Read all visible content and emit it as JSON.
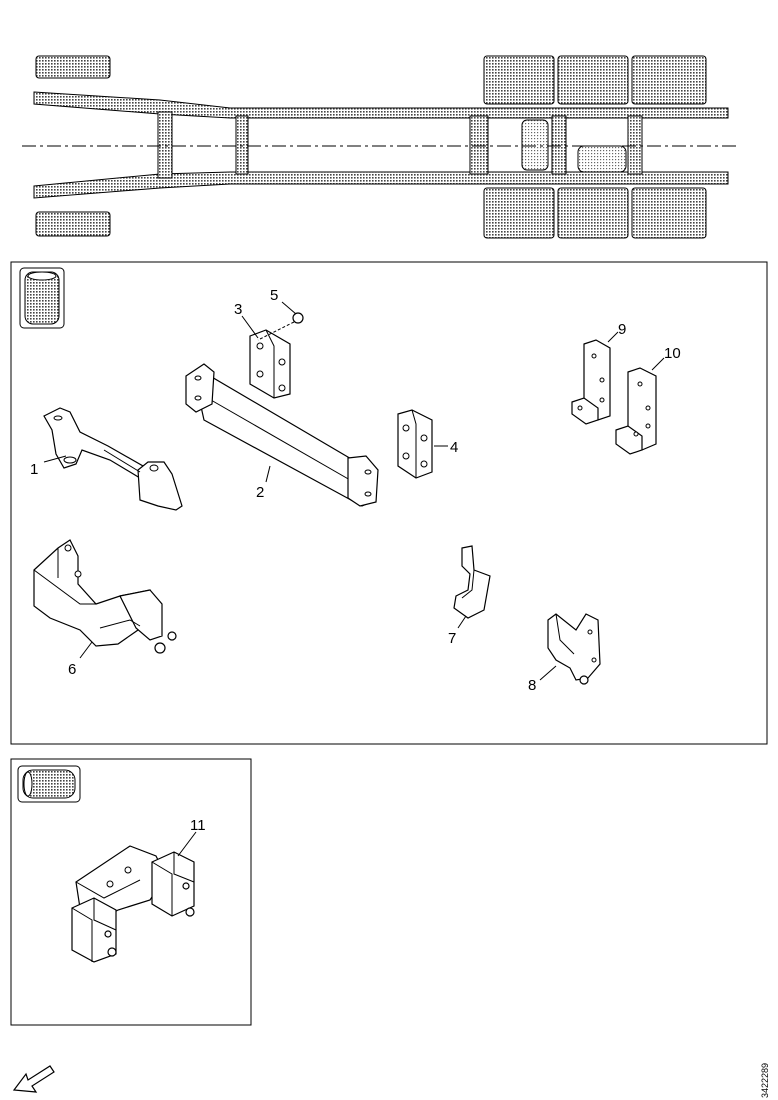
{
  "callouts": {
    "c1": "1",
    "c2": "2",
    "c3": "3",
    "c4": "4",
    "c5": "5",
    "c6": "6",
    "c7": "7",
    "c8": "8",
    "c9": "9",
    "c10": "10",
    "c11": "11"
  },
  "doc_number": "3422289",
  "colors": {
    "line": "#000000",
    "background": "#ffffff",
    "hatch": "#555555"
  },
  "icons": {
    "front_direction": "front-direction-arrow-icon",
    "tank_upright": "cylinder-tank-upright-icon",
    "tank_horizontal": "cylinder-tank-horizontal-icon"
  }
}
